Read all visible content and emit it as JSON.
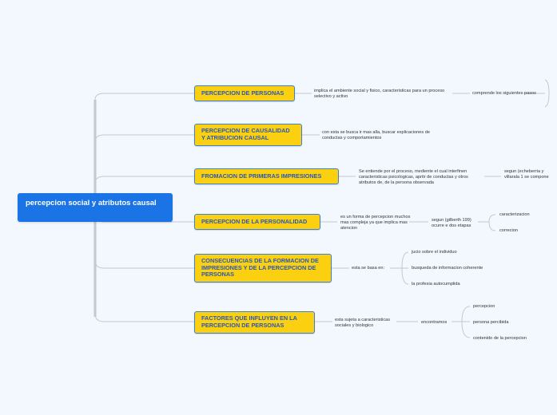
{
  "root": {
    "label": "percepcion social y atributos causal"
  },
  "branches": [
    {
      "label": "PERCEPCION DE PERSONAS",
      "desc": "implica el ambiente social y fisico, caracteristicas para un proceso selectivo y activo",
      "next": "comprende los siguientes pasos"
    },
    {
      "label": "PERCEPCION DE CAUSALIDAD Y ATRIBUCION CAUSAL",
      "desc": "con esta se busca ir mas alla, buscar explicaciones de conductas y comportamientos"
    },
    {
      "label": "FROMACION DE PRIMERAS IMPRESIONES",
      "desc": "Se entiende por el proceso, mediente el cual interfinen caracteristicas psicologicas, apritr de conductas y otros atributos de, de la persona observada",
      "next": "segun (echeberria y villarala 1 se compone"
    },
    {
      "label": "PERCEPCION DE LA PERSONALIDAD",
      "desc": "es un forma de percepcion muchos mas compleja ya que implica mas atencion",
      "next": "segun (gilberth 199) ocurre e dos etapas",
      "leaves": [
        "caracterizacion",
        "correcion"
      ]
    },
    {
      "label": "CONSECUENCIAS DE LA FORMACION DE IMPRESIONES Y DE LA PERCEPCION DE PERSONAS",
      "desc": "esta se basa en:",
      "leaves": [
        "jucio sobre el individuo",
        "busqueda de informacion coherente",
        "la profesia autocumplida"
      ]
    },
    {
      "label": "FACTORES QUE INFLUYEN EN LA PERCEPCION DE PERSONAS",
      "desc": "esta sujeta a caracteristicas sociales y biologico",
      "next": "encontramos",
      "leaves": [
        "percepcion",
        "persona percibida",
        "contenido de la percepcion"
      ]
    }
  ]
}
